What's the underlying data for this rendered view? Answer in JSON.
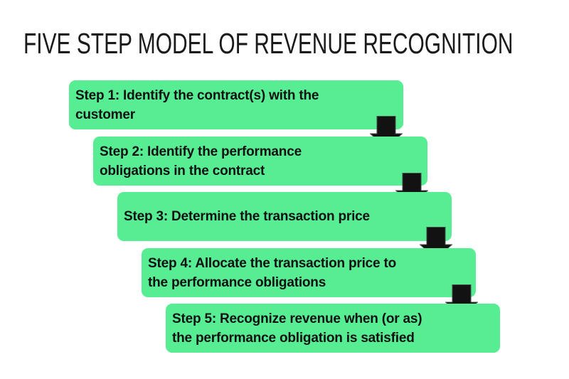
{
  "slide": {
    "title": "FIVE STEP MODEL OF REVENUE RECOGNITION",
    "steps": [
      {
        "id": 1,
        "label": "Step 1: Identify the contract(s) with the\ncustomer"
      },
      {
        "id": 2,
        "label": "Step 2: Identify the performance\nobligations in the contract"
      },
      {
        "id": 3,
        "label": "Step 3: Determine the transaction price"
      },
      {
        "id": 4,
        "label": "Step 4: Allocate the transaction price to\nthe performance obligations"
      },
      {
        "id": 5,
        "label": "Step 5: Recognize revenue when (or as)\nthe performance obligation is satisfied"
      }
    ],
    "colors": {
      "box_fill": "#57EE93",
      "box_text": "#111111",
      "title_text": "#1A1A1A",
      "arrow_fill": "#121212",
      "background": "#FFFFFF"
    }
  }
}
